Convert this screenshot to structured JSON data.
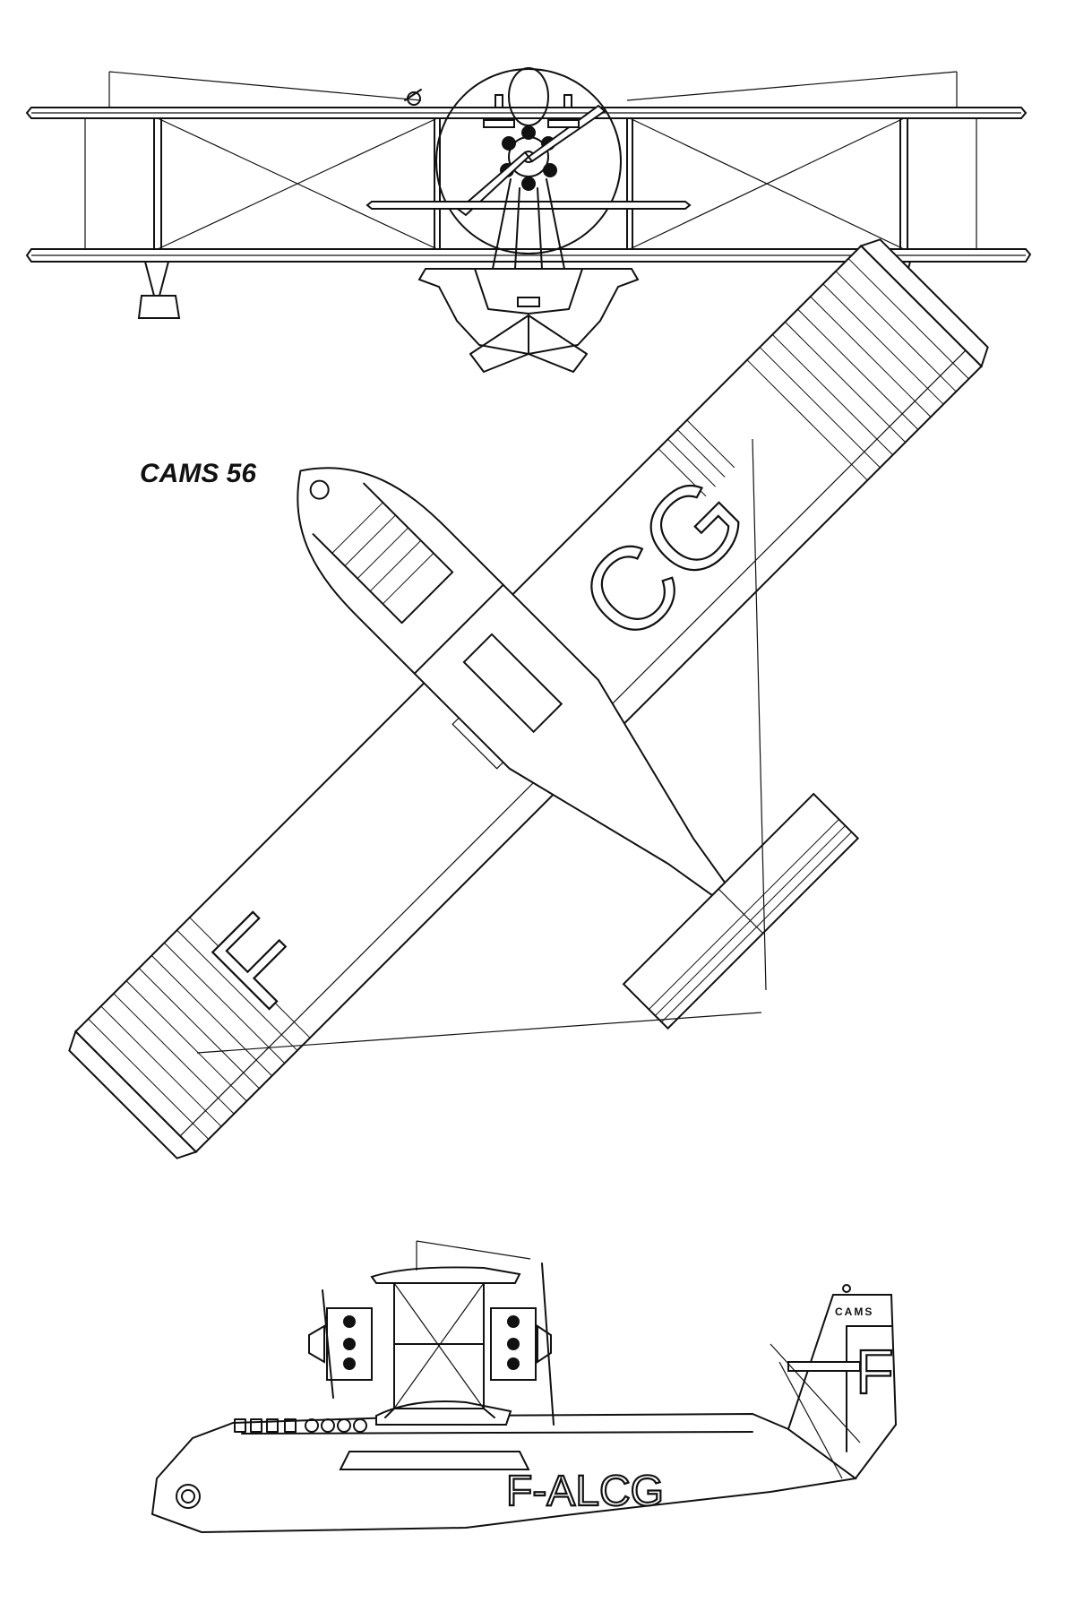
{
  "title": "CAMS 56",
  "top_view": {
    "wing_letters_right": "CG",
    "wing_letters_left": "F"
  },
  "side_view": {
    "registration": "F-ALCG",
    "fin_label": "CAMS",
    "fin_letter": "F"
  },
  "colors": {
    "ink": "#111111",
    "paper": "#ffffff"
  }
}
